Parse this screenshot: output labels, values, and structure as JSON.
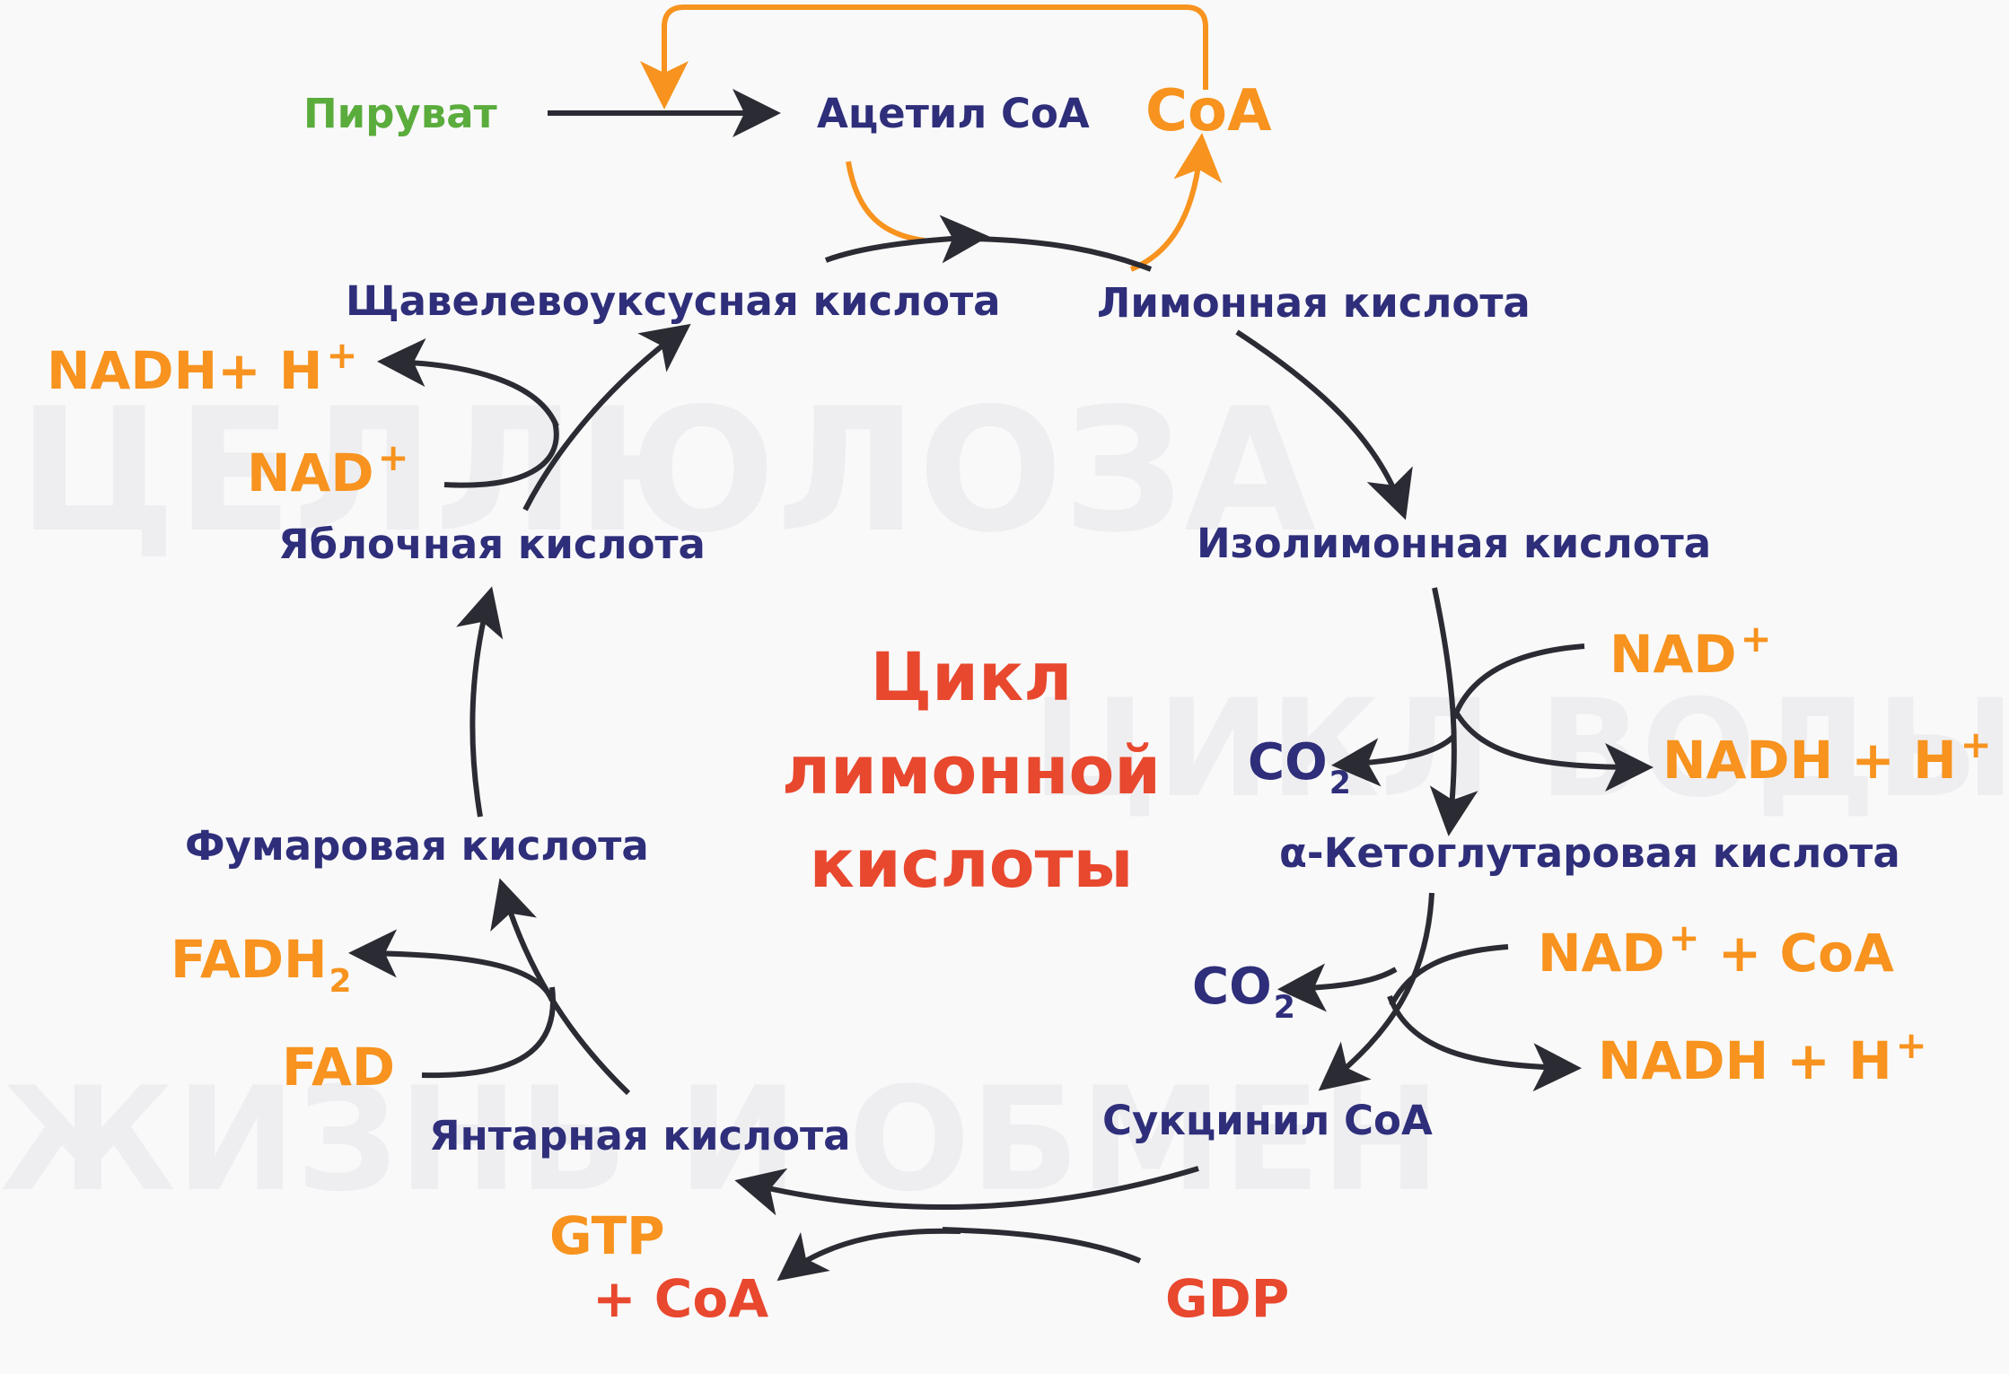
{
  "colors": {
    "metabolite": "#2e2e7a",
    "cofactor": "#f7931e",
    "title": "#e8482e",
    "pyruvate": "#5aac3c",
    "gdp": "#e8482e",
    "arrow": "#2b2b33",
    "coa_loop": "#f7931e"
  },
  "title": {
    "line1": "Цикл",
    "line2": "лимонной",
    "line3": "кислоты"
  },
  "metabolites": {
    "pyruvate": "Пируват",
    "acetyl_coa": "Ацетил CoA",
    "citric": "Лимонная кислота",
    "isocitric": "Изолимонная кислота",
    "ketoglutaric": "α-Кетоглутаровая кислота",
    "succinyl_coa": "Сукцинил CoA",
    "succinic": "Янтарная кислота",
    "fumaric": "Фумаровая кислота",
    "malic": "Яблочная кислота",
    "oxaloacetic": "Щавелевоуксусная кислота"
  },
  "cofactors": {
    "coa_top": "CoA",
    "nad_1": "NAD",
    "nadh_1": "NADH + H",
    "co2_1": "CO",
    "nad_coa_2": "NAD",
    "nad_coa_2_rest": "+ CoA",
    "nadh_2": "NADH + H",
    "co2_2": "CO",
    "gdp": "GDP",
    "gtp": "GTP",
    "gtp_coa": "+ CoA",
    "fad": "FAD",
    "fadh2": "FADH",
    "nad_3": "NAD",
    "nadh_3": "NADH+ H",
    "plus": "+",
    "sub2": "2"
  },
  "background_text": {
    "line1": "ЦЕЛЛЮЛОЗА",
    "line2": "ЦИКЛ ВОДЫ",
    "line3": "ЖИЗНЬ И ОБМЕН"
  }
}
